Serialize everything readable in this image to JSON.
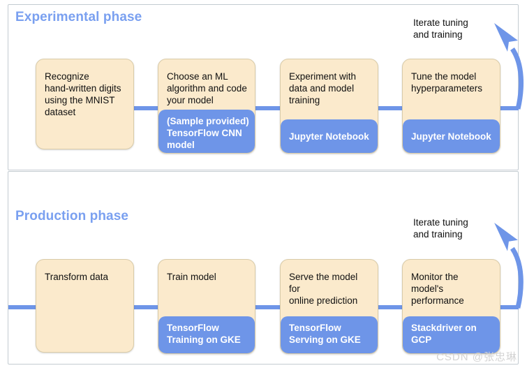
{
  "figure": {
    "watermark": "CSDN @张忠琳",
    "accent_blue": "#6e95e8",
    "title_blue": "#7aa0f0",
    "card_fill": "#fbeacc",
    "card_border": "#d9cba8",
    "panel_border": "#c3cbd1"
  },
  "phases": [
    {
      "id": "experimental",
      "title": "Experimental phase",
      "iterate_label": "Iterate tuning\nand training",
      "steps": [
        {
          "text": "Recognize\nhand-written digits\nusing the MNIST\ndataset",
          "badge": null
        },
        {
          "text": "Choose an ML\nalgorithm and code\nyour model",
          "badge": "(Sample provided)\nTensorFlow CNN\nmodel"
        },
        {
          "text": "Experiment with\ndata and model\ntraining",
          "badge": "Jupyter Notebook"
        },
        {
          "text": "Tune the model\nhyperparameters",
          "badge": "Jupyter Notebook"
        }
      ]
    },
    {
      "id": "production",
      "title": "Production phase",
      "iterate_label": "Iterate tuning\nand training",
      "steps": [
        {
          "text": "Transform data",
          "badge": null
        },
        {
          "text": "Train model",
          "badge": "TensorFlow\nTraining on GKE"
        },
        {
          "text": "Serve the model for\nonline prediction",
          "badge": "TensorFlow\nServing on GKE"
        },
        {
          "text": "Monitor the\nmodel's\nperformance",
          "badge": "Stackdriver on\nGCP"
        }
      ]
    }
  ]
}
